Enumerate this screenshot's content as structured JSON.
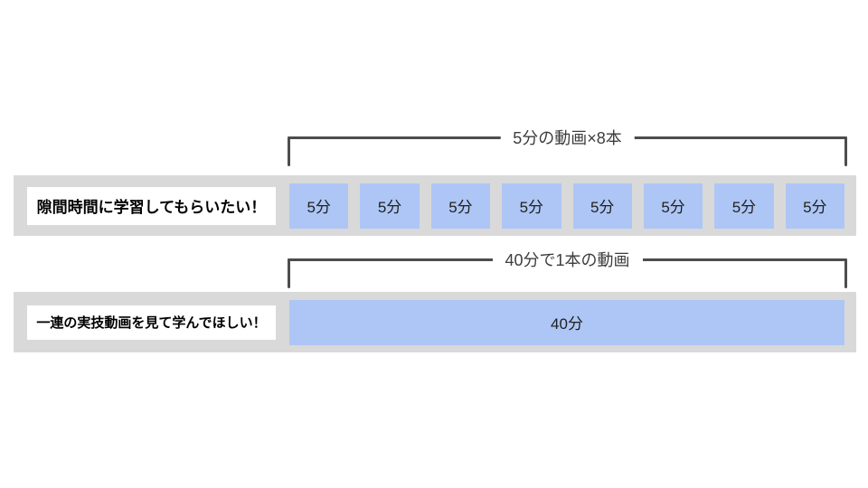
{
  "colors": {
    "page_bg": "#ffffff",
    "band_bg": "#d9d9d9",
    "label_bg": "#ffffff",
    "block_bg": "#aec6f5",
    "bracket_line": "#4d4d4d",
    "bracket_text": "#3d3d3d",
    "block_text": "#1f1f1f",
    "label_text": "#000000"
  },
  "rows": [
    {
      "bracket_label": "5分の動画×8本",
      "label": "隙間時間に学習してもらいたい！",
      "blocks": [
        "5分",
        "5分",
        "5分",
        "5分",
        "5分",
        "5分",
        "5分",
        "5分"
      ]
    },
    {
      "bracket_label": "40分で1本の動画",
      "label": "一連の実技動画を見て学んでほしい！",
      "blocks": [
        "40分"
      ]
    }
  ]
}
